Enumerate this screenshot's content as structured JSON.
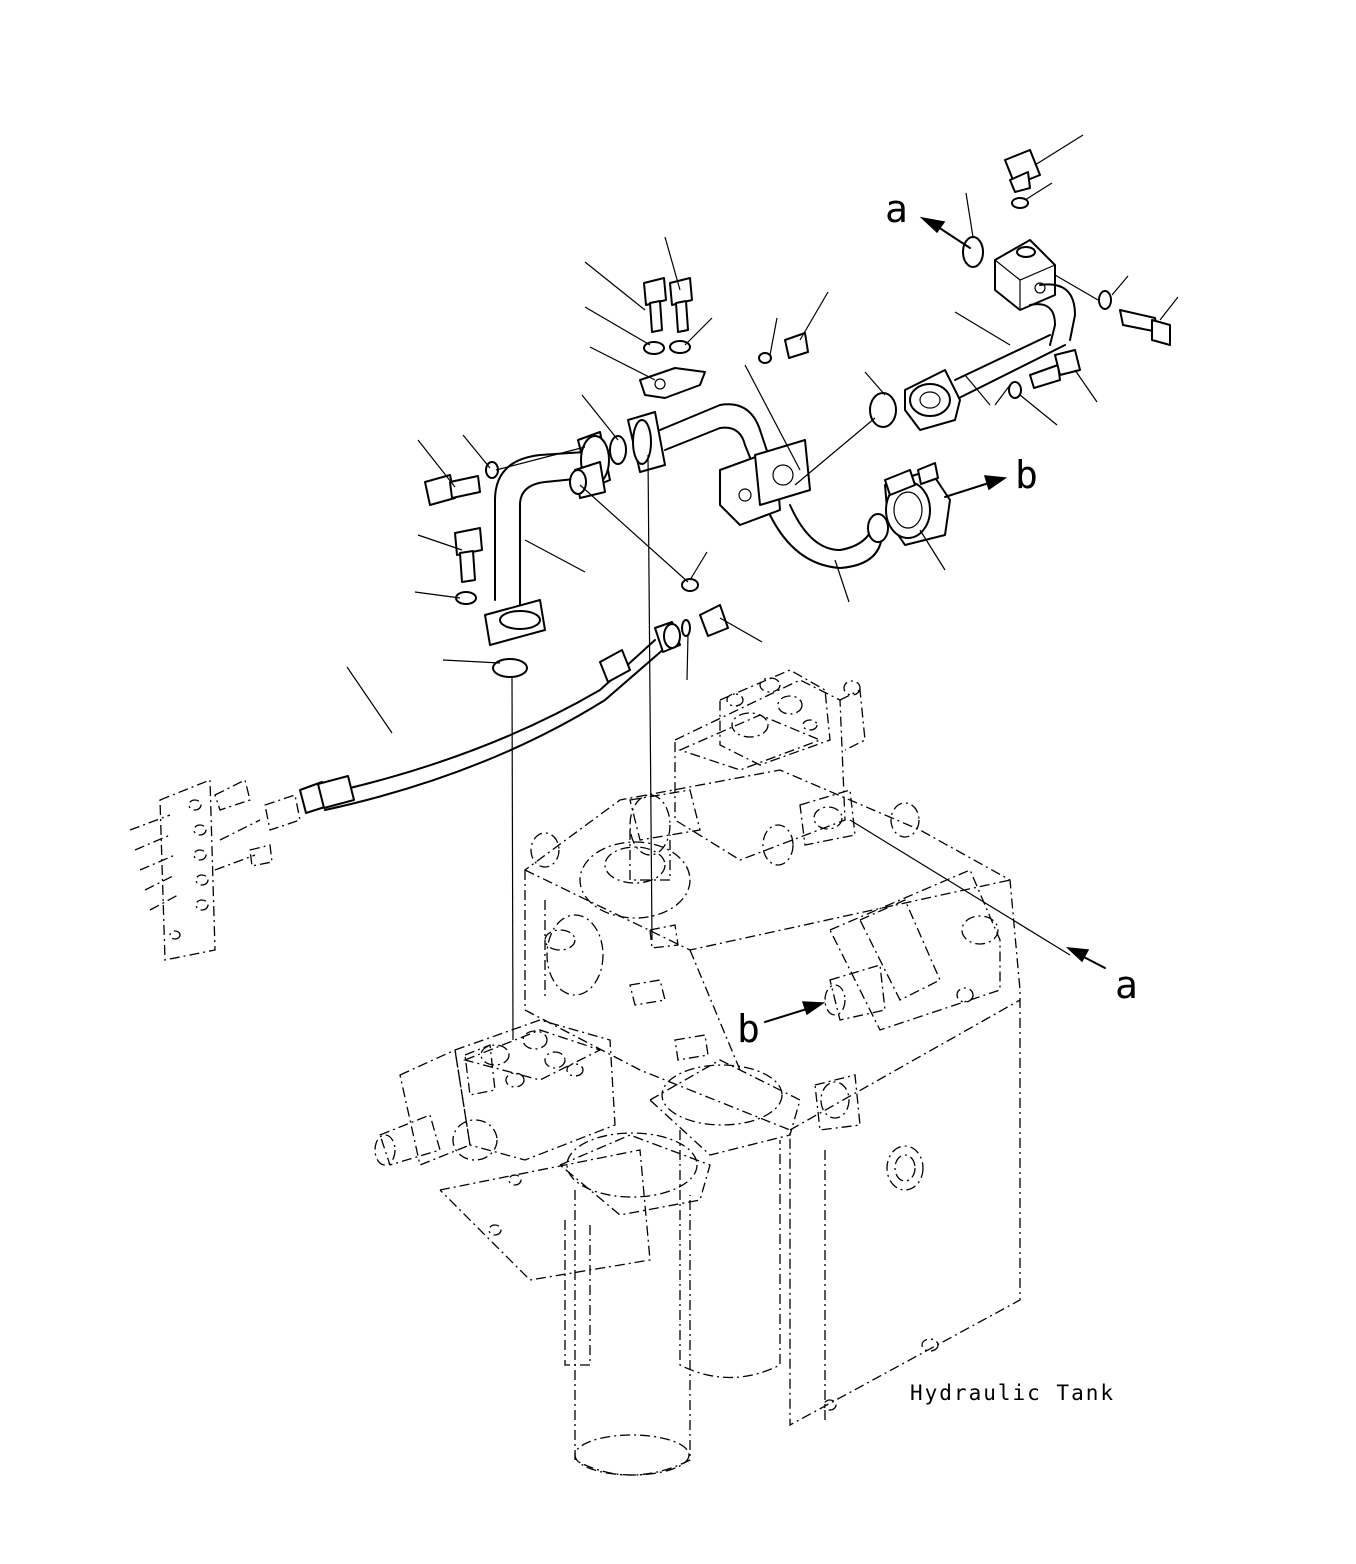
{
  "labels": {
    "ref_a_top": "a",
    "ref_b_top": "b",
    "ref_a_side": "a",
    "ref_b_side": "b",
    "caption": "Hydraulic Tank"
  }
}
